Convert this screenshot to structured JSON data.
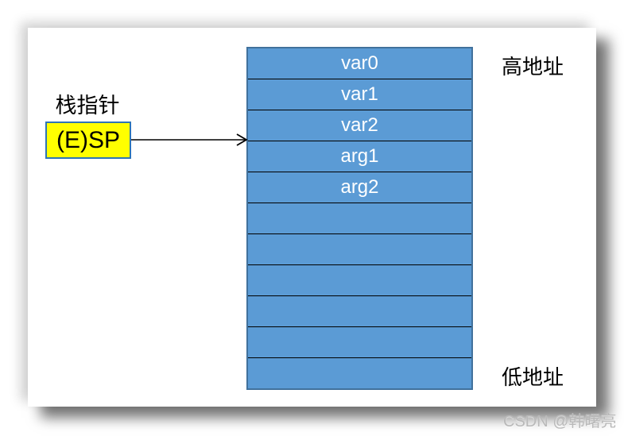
{
  "labels": {
    "stack_pointer": "栈指针",
    "esp": "(E)SP",
    "high_address": "高地址",
    "low_address": "低地址"
  },
  "stack": {
    "cells": [
      "var0",
      "var1",
      "var2",
      "arg1",
      "arg2",
      "",
      "",
      "",
      "",
      "",
      ""
    ]
  },
  "watermark": {
    "text": "CSDN @韩曙亮"
  },
  "colors": {
    "cell_fill": "#5B9BD5",
    "cell_border": "#41719C",
    "divider": "#000000",
    "cell_text": "#FFFFFF",
    "esp_fill": "#FFFF00",
    "esp_border": "#2E75B6",
    "label_text": "#000000",
    "watermark_text": "#B9B9B9"
  }
}
